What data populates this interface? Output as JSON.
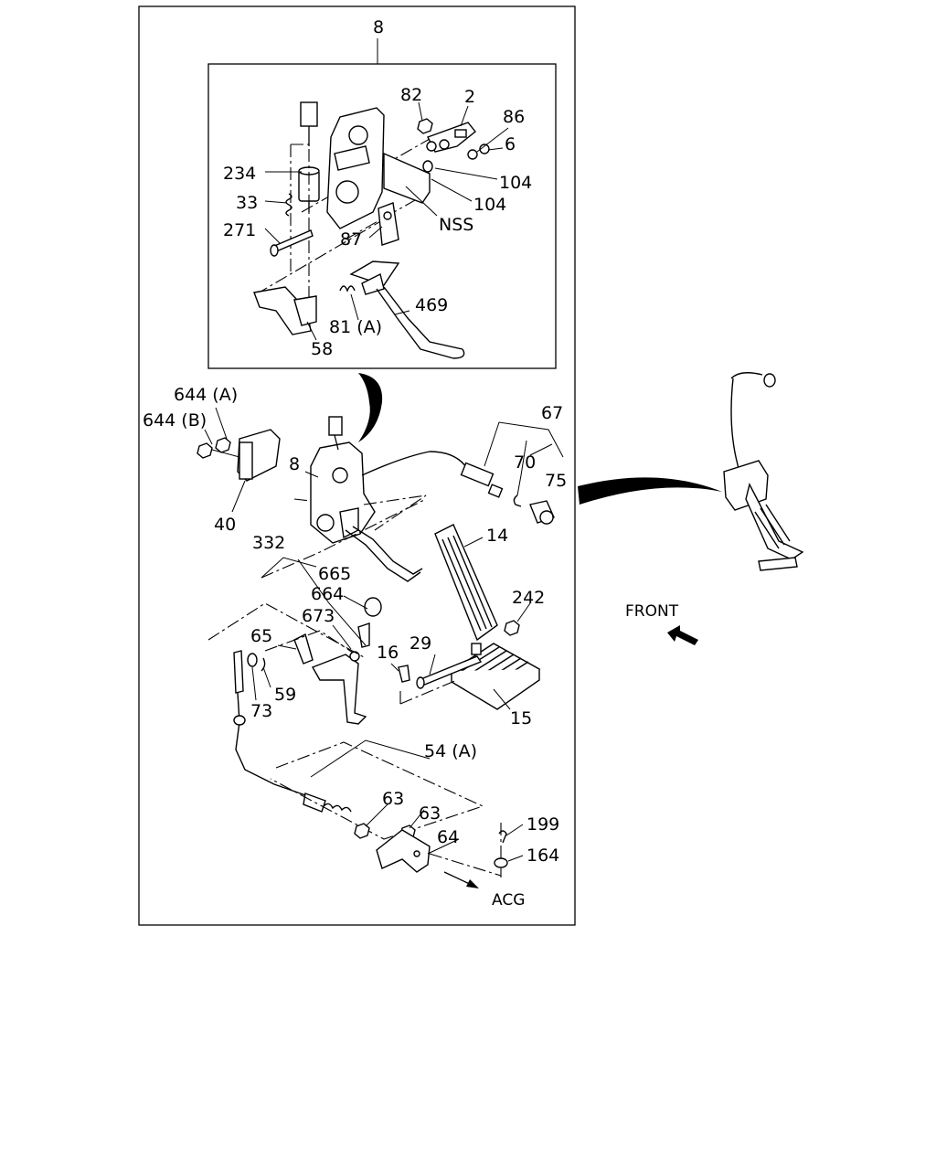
{
  "diagram": {
    "labels": {
      "l8_top": "8",
      "l82": "82",
      "l2": "2",
      "l86": "86",
      "l6": "6",
      "l104a": "104",
      "l104b": "104",
      "l234": "234",
      "l33": "33",
      "l271": "271",
      "lNSS": "NSS",
      "l87": "87",
      "l469": "469",
      "l81A": "81 (A)",
      "l58": "58",
      "l644A": "644 (A)",
      "l644B": "644 (B)",
      "l67": "67",
      "l8_mid": "8",
      "l70": "70",
      "l75": "75",
      "l40": "40",
      "l14": "14",
      "l332": "332",
      "l665": "665",
      "l664": "664",
      "l673": "673",
      "l242": "242",
      "l65": "65",
      "l16": "16",
      "l29": "29",
      "l59": "59",
      "l73": "73",
      "l15": "15",
      "l54A": "54 (A)",
      "l63a": "63",
      "l63b": "63",
      "l64": "64",
      "l199": "199",
      "l164": "164",
      "lACG": "ACG",
      "lFRONT": "FRONT"
    }
  }
}
